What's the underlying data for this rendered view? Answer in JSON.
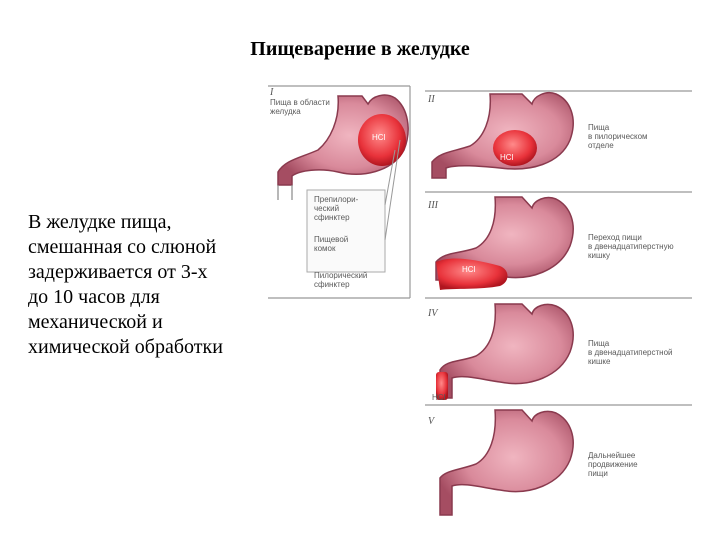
{
  "title": "Пищеварение в желудке",
  "body_text": [
    "В желудке пища,",
    "смешанная со слюной",
    "задерживается от 3-х",
    "до 10 часов для",
    "механической и",
    "химической обработки"
  ],
  "figure": {
    "stage_numbers": [
      "I",
      "II",
      "III",
      "IV",
      "V"
    ],
    "acid_label": "HCl",
    "stage1_top_label": [
      "Пища в области",
      "желудка"
    ],
    "stage1_side_labels": [
      [
        "Препилори-",
        "ческий",
        "сфинктер"
      ],
      [
        "Пищевой",
        "комок"
      ],
      [
        "Пилорический",
        "сфинктер"
      ]
    ],
    "stage_labels": [
      [
        "Пища",
        "в пилорическом",
        "отделе"
      ],
      [
        "Переход пищи",
        "в двенадцатиперстную",
        "кишку"
      ],
      [
        "Пища",
        "в двенадцатиперстной",
        "кишке"
      ],
      [
        "Дальнейшее",
        "продвижение",
        "пищи"
      ]
    ]
  },
  "colors": {
    "stomach_wall": "#a54d62",
    "stomach_inner": "#d98a9b",
    "food": "#e8323a",
    "gut_outline": "#7a7a7a"
  }
}
